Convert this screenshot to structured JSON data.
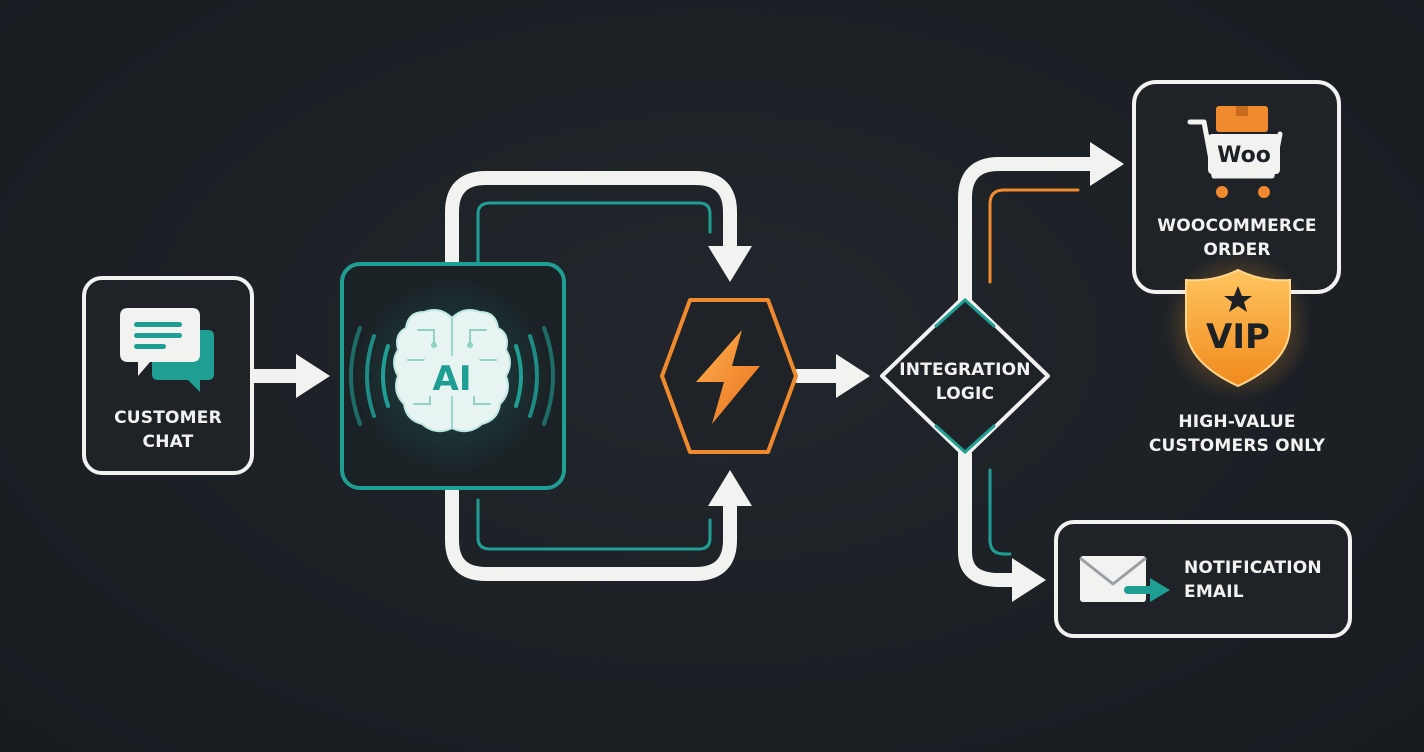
{
  "nodes": {
    "customer_chat": {
      "line1": "CUSTOMER",
      "line2": "CHAT"
    },
    "ai": {
      "badge": "AI"
    },
    "integration": {
      "line1": "INTEGRATION",
      "line2": "LOGIC"
    },
    "woocommerce": {
      "logo": "Woo",
      "line1": "WOOCOMMERCE",
      "line2": "ORDER"
    },
    "vip": {
      "badge": "VIP",
      "line1": "HIGH-VALUE",
      "line2": "CUSTOMERS ONLY"
    },
    "email": {
      "line1": "NOTIFICATION",
      "line2": "EMAIL"
    }
  },
  "colors": {
    "background": "#1d2126",
    "stroke": "#f2f2f0",
    "teal": "#1f9e94",
    "orange": "#ef8a2e"
  },
  "icons": [
    "chat-bubbles-icon",
    "ai-brain-icon",
    "lightning-bolt-icon",
    "shopping-cart-icon",
    "vip-shield-icon",
    "envelope-icon"
  ]
}
